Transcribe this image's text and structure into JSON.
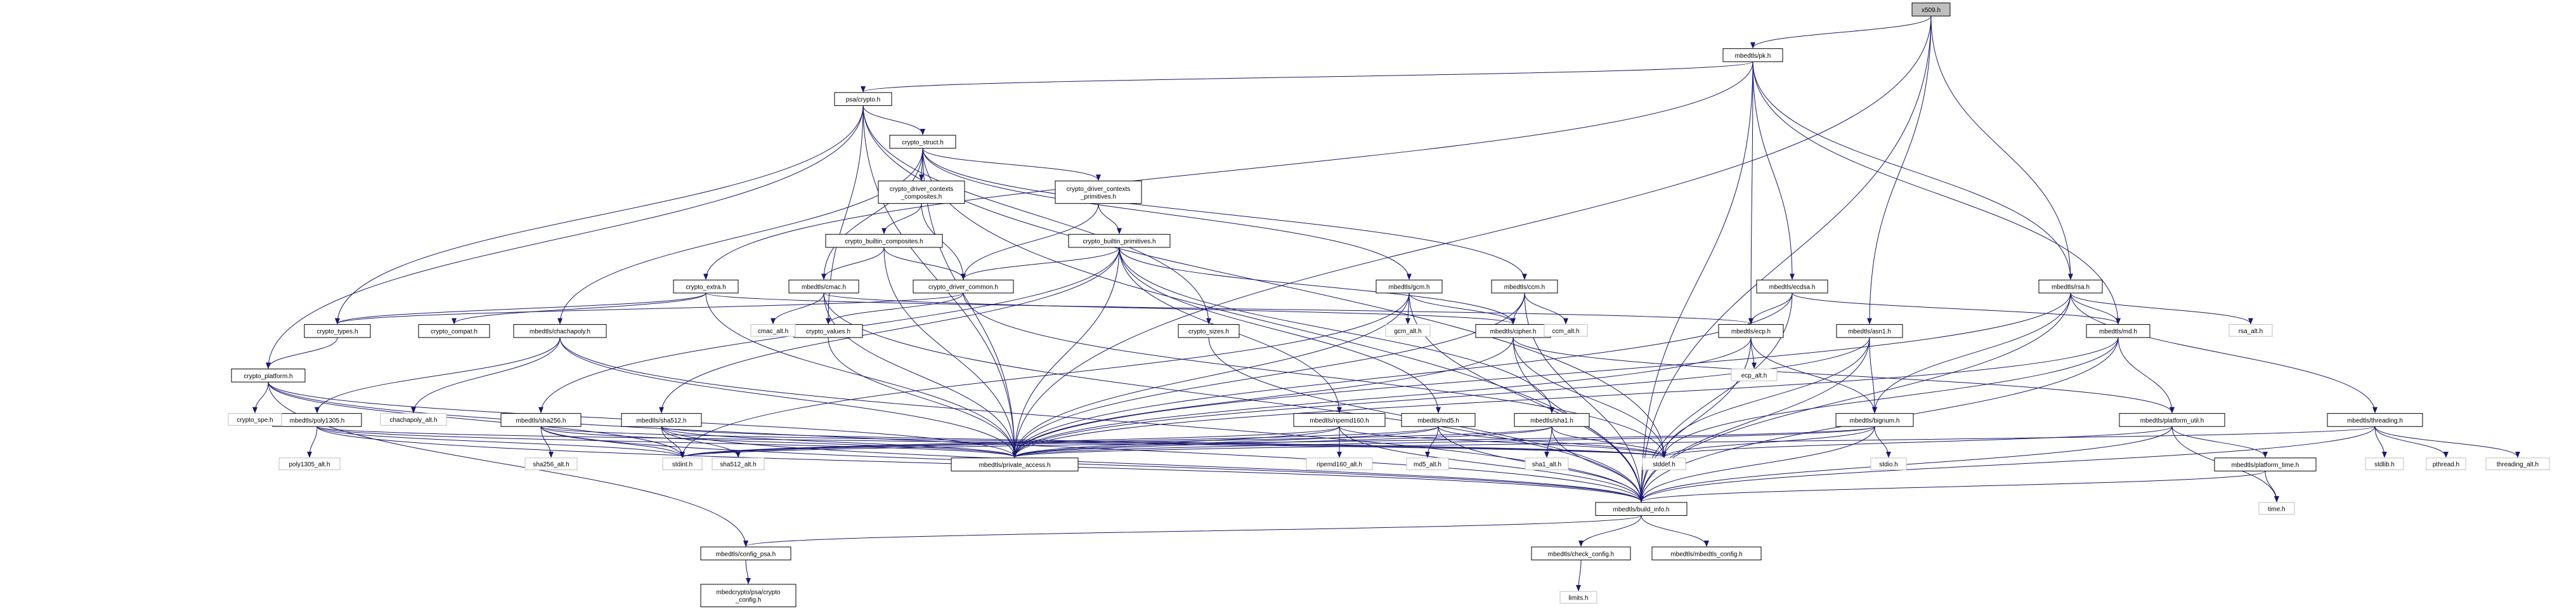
{
  "colors": {
    "edge": "#191970",
    "node_border": "#000000",
    "ext_border": "#bfbfbf",
    "root_fill": "#bfbfbf",
    "node_fill": "#ffffff",
    "text": "#000000"
  },
  "nodes": [
    {
      "id": "x509",
      "label": [
        "x509.h"
      ],
      "kind": "root"
    },
    {
      "id": "pk",
      "label": [
        "mbedtls/pk.h"
      ],
      "kind": "file"
    },
    {
      "id": "psacrypto",
      "label": [
        "psa/crypto.h"
      ],
      "kind": "file"
    },
    {
      "id": "cstruct",
      "label": [
        "crypto_struct.h"
      ],
      "kind": "file"
    },
    {
      "id": "dccomp",
      "label": [
        "crypto_driver_contexts",
        "_composites.h"
      ],
      "kind": "file"
    },
    {
      "id": "dcprim",
      "label": [
        "crypto_driver_contexts",
        "_primitives.h"
      ],
      "kind": "file"
    },
    {
      "id": "bcomp",
      "label": [
        "crypto_builtin_composites.h"
      ],
      "kind": "file"
    },
    {
      "id": "bprim",
      "label": [
        "crypto_builtin_primitives.h"
      ],
      "kind": "file"
    },
    {
      "id": "extra",
      "label": [
        "crypto_extra.h"
      ],
      "kind": "file"
    },
    {
      "id": "cmac",
      "label": [
        "mbedtls/cmac.h"
      ],
      "kind": "file"
    },
    {
      "id": "dcommon",
      "label": [
        "crypto_driver_common.h"
      ],
      "kind": "file"
    },
    {
      "id": "gcm",
      "label": [
        "mbedtls/gcm.h"
      ],
      "kind": "file"
    },
    {
      "id": "ccm",
      "label": [
        "mbedtls/ccm.h"
      ],
      "kind": "file"
    },
    {
      "id": "ecdsa",
      "label": [
        "mbedtls/ecdsa.h"
      ],
      "kind": "file"
    },
    {
      "id": "rsa",
      "label": [
        "mbedtls/rsa.h"
      ],
      "kind": "file"
    },
    {
      "id": "ctypes",
      "label": [
        "crypto_types.h"
      ],
      "kind": "file"
    },
    {
      "id": "ccompat",
      "label": [
        "crypto_compat.h"
      ],
      "kind": "file"
    },
    {
      "id": "chachapoly",
      "label": [
        "mbedtls/chachapoly.h"
      ],
      "kind": "file"
    },
    {
      "id": "cvalues",
      "label": [
        "crypto_values.h"
      ],
      "kind": "file"
    },
    {
      "id": "csizes",
      "label": [
        "crypto_sizes.h"
      ],
      "kind": "file"
    },
    {
      "id": "cipher",
      "label": [
        "mbedtls/cipher.h"
      ],
      "kind": "file"
    },
    {
      "id": "ecp",
      "label": [
        "mbedtls/ecp.h"
      ],
      "kind": "file"
    },
    {
      "id": "asn1",
      "label": [
        "mbedtls/asn1.h"
      ],
      "kind": "file"
    },
    {
      "id": "md",
      "label": [
        "mbedtls/md.h"
      ],
      "kind": "file"
    },
    {
      "id": "cplatform",
      "label": [
        "crypto_platform.h"
      ],
      "kind": "file"
    },
    {
      "id": "poly1305",
      "label": [
        "mbedtls/poly1305.h"
      ],
      "kind": "file"
    },
    {
      "id": "sha256",
      "label": [
        "mbedtls/sha256.h"
      ],
      "kind": "file"
    },
    {
      "id": "sha512",
      "label": [
        "mbedtls/sha512.h"
      ],
      "kind": "file"
    },
    {
      "id": "ripemd",
      "label": [
        "mbedtls/ripemd160.h"
      ],
      "kind": "file"
    },
    {
      "id": "md5",
      "label": [
        "mbedtls/md5.h"
      ],
      "kind": "file"
    },
    {
      "id": "sha1",
      "label": [
        "mbedtls/sha1.h"
      ],
      "kind": "file"
    },
    {
      "id": "bignum",
      "label": [
        "mbedtls/bignum.h"
      ],
      "kind": "file"
    },
    {
      "id": "putil",
      "label": [
        "mbedtls/platform_util.h"
      ],
      "kind": "file"
    },
    {
      "id": "threading",
      "label": [
        "mbedtls/threading.h"
      ],
      "kind": "file"
    },
    {
      "id": "privacc",
      "label": [
        "mbedtls/private_access.h"
      ],
      "kind": "file"
    },
    {
      "id": "ptime",
      "label": [
        "mbedtls/platform_time.h"
      ],
      "kind": "file"
    },
    {
      "id": "buildinfo",
      "label": [
        "mbedtls/build_info.h"
      ],
      "kind": "file"
    },
    {
      "id": "configpsa",
      "label": [
        "mbedtls/config_psa.h"
      ],
      "kind": "file"
    },
    {
      "id": "checkcfg",
      "label": [
        "mbedtls/check_config.h"
      ],
      "kind": "file"
    },
    {
      "id": "mbedcfg",
      "label": [
        "mbedtls/mbedtls_config.h"
      ],
      "kind": "file"
    },
    {
      "id": "psacfg",
      "label": [
        "mbedcrypto/psa/crypto",
        "_config.h"
      ],
      "kind": "file"
    },
    {
      "id": "cmac_alt",
      "label": [
        "cmac_alt.h"
      ],
      "kind": "ext"
    },
    {
      "id": "gcm_alt",
      "label": [
        "gcm_alt.h"
      ],
      "kind": "ext"
    },
    {
      "id": "ccm_alt",
      "label": [
        "ccm_alt.h"
      ],
      "kind": "ext"
    },
    {
      "id": "rsa_alt",
      "label": [
        "rsa_alt.h"
      ],
      "kind": "ext"
    },
    {
      "id": "chachapoly_alt",
      "label": [
        "chachapoly_alt.h"
      ],
      "kind": "ext"
    },
    {
      "id": "ecp_alt",
      "label": [
        "ecp_alt.h"
      ],
      "kind": "ext"
    },
    {
      "id": "crypto_spe",
      "label": [
        "crypto_spe.h"
      ],
      "kind": "ext"
    },
    {
      "id": "poly1305_alt",
      "label": [
        "poly1305_alt.h"
      ],
      "kind": "ext"
    },
    {
      "id": "sha256_alt",
      "label": [
        "sha256_alt.h"
      ],
      "kind": "ext"
    },
    {
      "id": "stdint",
      "label": [
        "stdint.h"
      ],
      "kind": "ext"
    },
    {
      "id": "sha512_alt",
      "label": [
        "sha512_alt.h"
      ],
      "kind": "ext"
    },
    {
      "id": "ripemd_alt",
      "label": [
        "ripemd160_alt.h"
      ],
      "kind": "ext"
    },
    {
      "id": "md5_alt",
      "label": [
        "md5_alt.h"
      ],
      "kind": "ext"
    },
    {
      "id": "sha1_alt",
      "label": [
        "sha1_alt.h"
      ],
      "kind": "ext"
    },
    {
      "id": "stddef",
      "label": [
        "stddef.h"
      ],
      "kind": "ext"
    },
    {
      "id": "stdio",
      "label": [
        "stdio.h"
      ],
      "kind": "ext"
    },
    {
      "id": "stdlib",
      "label": [
        "stdlib.h"
      ],
      "kind": "ext"
    },
    {
      "id": "pthread",
      "label": [
        "pthread.h"
      ],
      "kind": "ext"
    },
    {
      "id": "threading_alt",
      "label": [
        "threading_alt.h"
      ],
      "kind": "ext"
    },
    {
      "id": "time",
      "label": [
        "time.h"
      ],
      "kind": "ext"
    },
    {
      "id": "limits",
      "label": [
        "limits.h"
      ],
      "kind": "ext"
    }
  ],
  "edges": [
    [
      "x509",
      "pk"
    ],
    [
      "x509",
      "rsa"
    ],
    [
      "x509",
      "asn1"
    ],
    [
      "x509",
      "privacc"
    ],
    [
      "x509",
      "buildinfo"
    ],
    [
      "pk",
      "psacrypto"
    ],
    [
      "pk",
      "rsa"
    ],
    [
      "pk",
      "md"
    ],
    [
      "pk",
      "ecp"
    ],
    [
      "pk",
      "ecdsa"
    ],
    [
      "pk",
      "extra"
    ],
    [
      "pk",
      "buildinfo"
    ],
    [
      "psacrypto",
      "cstruct"
    ],
    [
      "psacrypto",
      "ctypes"
    ],
    [
      "psacrypto",
      "cvalues"
    ],
    [
      "psacrypto",
      "csizes"
    ],
    [
      "psacrypto",
      "cplatform"
    ],
    [
      "psacrypto",
      "stddef"
    ],
    [
      "psacrypto",
      "privacc"
    ],
    [
      "cstruct",
      "dccomp"
    ],
    [
      "cstruct",
      "dcprim"
    ],
    [
      "cstruct",
      "cmac"
    ],
    [
      "cstruct",
      "gcm"
    ],
    [
      "cstruct",
      "ccm"
    ],
    [
      "cstruct",
      "chachapoly"
    ],
    [
      "cstruct",
      "privacc"
    ],
    [
      "cstruct",
      "buildinfo"
    ],
    [
      "dccomp",
      "bcomp"
    ],
    [
      "dccomp",
      "dcommon"
    ],
    [
      "dcprim",
      "bprim"
    ],
    [
      "dcprim",
      "dcommon"
    ],
    [
      "bcomp",
      "cmac"
    ],
    [
      "bcomp",
      "dcommon"
    ],
    [
      "bcomp",
      "privacc"
    ],
    [
      "bprim",
      "dcommon"
    ],
    [
      "bprim",
      "sha256"
    ],
    [
      "bprim",
      "sha512"
    ],
    [
      "bprim",
      "ripemd"
    ],
    [
      "bprim",
      "md5"
    ],
    [
      "bprim",
      "sha1"
    ],
    [
      "bprim",
      "cipher"
    ],
    [
      "bprim",
      "privacc"
    ],
    [
      "extra",
      "ctypes"
    ],
    [
      "extra",
      "ccompat"
    ],
    [
      "extra",
      "ecp"
    ],
    [
      "extra",
      "privacc"
    ],
    [
      "cmac",
      "cipher"
    ],
    [
      "cmac",
      "cmac_alt"
    ],
    [
      "cmac",
      "privacc"
    ],
    [
      "cmac",
      "buildinfo"
    ],
    [
      "dcommon",
      "ctypes"
    ],
    [
      "dcommon",
      "cvalues"
    ],
    [
      "dcommon",
      "stddef"
    ],
    [
      "gcm",
      "cipher"
    ],
    [
      "gcm",
      "gcm_alt"
    ],
    [
      "gcm",
      "stdint"
    ],
    [
      "gcm",
      "privacc"
    ],
    [
      "gcm",
      "buildinfo"
    ],
    [
      "ccm",
      "cipher"
    ],
    [
      "ccm",
      "ccm_alt"
    ],
    [
      "ccm",
      "privacc"
    ],
    [
      "ccm",
      "buildinfo"
    ],
    [
      "ecdsa",
      "ecp"
    ],
    [
      "ecdsa",
      "md"
    ],
    [
      "ecdsa",
      "privacc"
    ],
    [
      "ecdsa",
      "buildinfo"
    ],
    [
      "rsa",
      "bignum"
    ],
    [
      "rsa",
      "md"
    ],
    [
      "rsa",
      "threading"
    ],
    [
      "rsa",
      "rsa_alt"
    ],
    [
      "rsa",
      "privacc"
    ],
    [
      "rsa",
      "buildinfo"
    ],
    [
      "ctypes",
      "cplatform"
    ],
    [
      "chachapoly",
      "poly1305"
    ],
    [
      "chachapoly",
      "chachapoly_alt"
    ],
    [
      "chachapoly",
      "privacc"
    ],
    [
      "chachapoly",
      "buildinfo"
    ],
    [
      "cvalues",
      "privacc"
    ],
    [
      "csizes",
      "buildinfo"
    ],
    [
      "cipher",
      "putil"
    ],
    [
      "cipher",
      "stddef"
    ],
    [
      "cipher",
      "privacc"
    ],
    [
      "cipher",
      "buildinfo"
    ],
    [
      "ecp",
      "bignum"
    ],
    [
      "ecp",
      "ecp_alt"
    ],
    [
      "ecp",
      "privacc"
    ],
    [
      "ecp",
      "buildinfo"
    ],
    [
      "asn1",
      "bignum"
    ],
    [
      "asn1",
      "stddef"
    ],
    [
      "asn1",
      "privacc"
    ],
    [
      "asn1",
      "buildinfo"
    ],
    [
      "md",
      "putil"
    ],
    [
      "md",
      "stddef"
    ],
    [
      "md",
      "privacc"
    ],
    [
      "md",
      "buildinfo"
    ],
    [
      "cplatform",
      "crypto_spe"
    ],
    [
      "cplatform",
      "configpsa"
    ],
    [
      "cplatform",
      "stdint"
    ],
    [
      "cplatform",
      "privacc"
    ],
    [
      "cplatform",
      "buildinfo"
    ],
    [
      "poly1305",
      "poly1305_alt"
    ],
    [
      "poly1305",
      "stdint"
    ],
    [
      "poly1305",
      "stddef"
    ],
    [
      "poly1305",
      "privacc"
    ],
    [
      "poly1305",
      "buildinfo"
    ],
    [
      "sha256",
      "sha256_alt"
    ],
    [
      "sha256",
      "stdint"
    ],
    [
      "sha256",
      "stddef"
    ],
    [
      "sha256",
      "privacc"
    ],
    [
      "sha256",
      "buildinfo"
    ],
    [
      "sha512",
      "sha512_alt"
    ],
    [
      "sha512",
      "stdint"
    ],
    [
      "sha512",
      "stddef"
    ],
    [
      "sha512",
      "privacc"
    ],
    [
      "sha512",
      "buildinfo"
    ],
    [
      "ripemd",
      "ripemd_alt"
    ],
    [
      "ripemd",
      "stdint"
    ],
    [
      "ripemd",
      "stddef"
    ],
    [
      "ripemd",
      "privacc"
    ],
    [
      "ripemd",
      "buildinfo"
    ],
    [
      "md5",
      "md5_alt"
    ],
    [
      "md5",
      "stdint"
    ],
    [
      "md5",
      "stddef"
    ],
    [
      "md5",
      "privacc"
    ],
    [
      "md5",
      "buildinfo"
    ],
    [
      "sha1",
      "sha1_alt"
    ],
    [
      "sha1",
      "stdint"
    ],
    [
      "sha1",
      "stddef"
    ],
    [
      "sha1",
      "privacc"
    ],
    [
      "sha1",
      "buildinfo"
    ],
    [
      "bignum",
      "stdio"
    ],
    [
      "bignum",
      "stdint"
    ],
    [
      "bignum",
      "stddef"
    ],
    [
      "bignum",
      "privacc"
    ],
    [
      "bignum",
      "buildinfo"
    ],
    [
      "putil",
      "ptime"
    ],
    [
      "putil",
      "time"
    ],
    [
      "putil",
      "stddef"
    ],
    [
      "putil",
      "buildinfo"
    ],
    [
      "threading",
      "stdlib"
    ],
    [
      "threading",
      "pthread"
    ],
    [
      "threading",
      "threading_alt"
    ],
    [
      "threading",
      "privacc"
    ],
    [
      "threading",
      "buildinfo"
    ],
    [
      "ptime",
      "time"
    ],
    [
      "ptime",
      "buildinfo"
    ],
    [
      "buildinfo",
      "configpsa"
    ],
    [
      "buildinfo",
      "checkcfg"
    ],
    [
      "buildinfo",
      "mbedcfg"
    ],
    [
      "configpsa",
      "psacfg"
    ],
    [
      "checkcfg",
      "limits"
    ]
  ]
}
